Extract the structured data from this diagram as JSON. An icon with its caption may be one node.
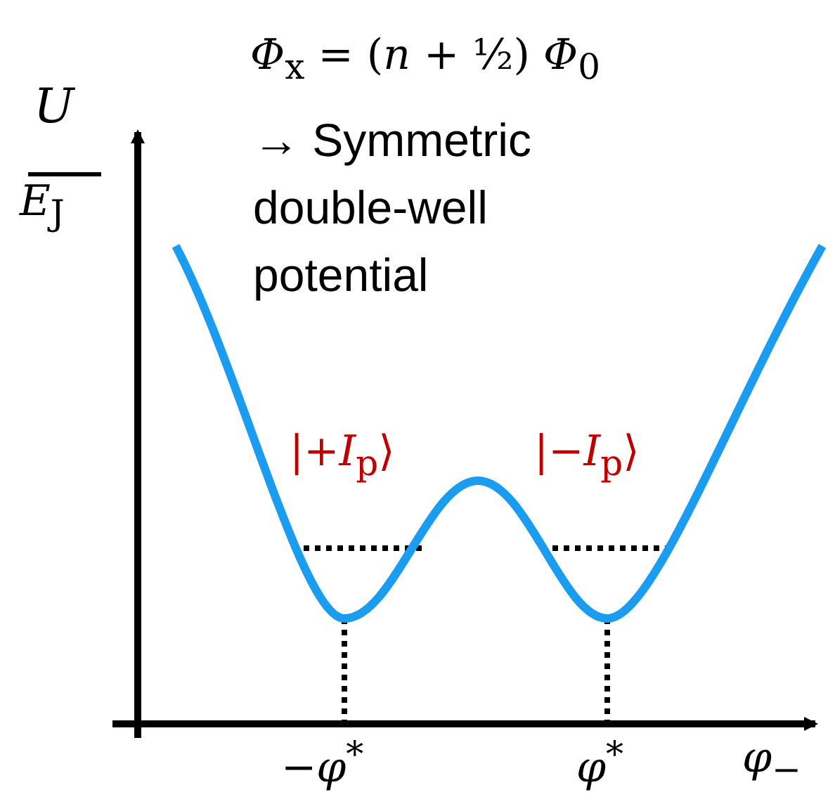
{
  "diagram": {
    "labels": [
      "*U*",
      "*E*$_{J}$",
      "*Φ*$_{x}$ = (*n* + ½) *Φ*$_{0}$",
      "→ Symmetric double-well potential",
      "|+*I*$_{p}$⟩",
      "|−*I*$_{p}$⟩",
      "−*φ*$^{*}$",
      "*φ*$^{*}$",
      "*φ*$_{−}$"
    ]
  }
}
